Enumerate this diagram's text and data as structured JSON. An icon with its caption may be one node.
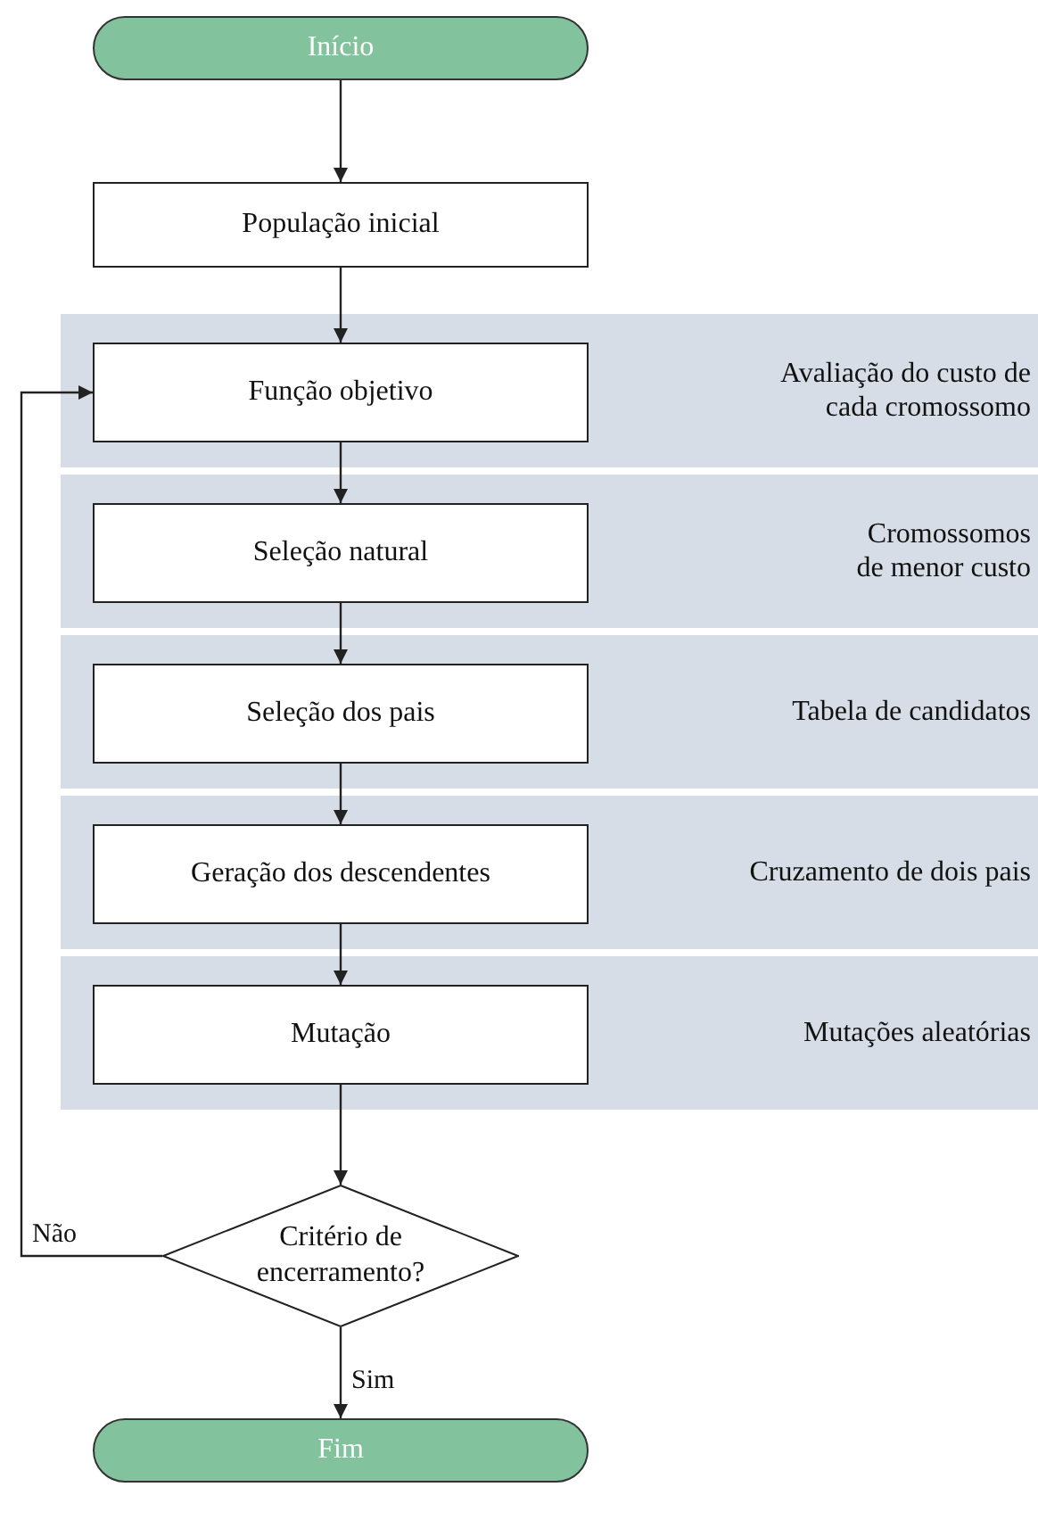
{
  "diagram": {
    "nodes": [
      {
        "text": [
          "Início"
        ]
      },
      {
        "text": [
          "População inicial"
        ]
      },
      {
        "text": [
          "Avaliação do custo de cada cromossomo"
        ]
      },
      {
        "text": [
          "Função objetivo"
        ],
        "in": 2
      },
      {
        "text": [
          "Cromossomos de menor custo"
        ]
      },
      {
        "text": [
          "Seleção natural"
        ],
        "in": 4
      },
      {
        "text": [
          "Tabela de candidatos"
        ]
      },
      {
        "text": [
          "Seleção dos pais"
        ],
        "in": 6
      },
      {
        "text": [
          "Cruzamento de dois pais"
        ]
      },
      {
        "text": [
          "Geração dos descendentes"
        ],
        "in": 8
      },
      {
        "text": [
          "Mutações aleatórias"
        ]
      },
      {
        "text": [
          "Mutação"
        ],
        "in": 10
      },
      {
        "text": [
          "Critério de encerramento?"
        ]
      },
      {
        "text": [
          "Fim"
        ]
      }
    ],
    "edges": [
      {
        "from": 0,
        "to": 1,
        "arrow": "to"
      },
      {
        "from": 1,
        "to": 3,
        "arrow": "to"
      },
      {
        "from": 3,
        "to": 5,
        "arrow": "to"
      },
      {
        "from": 5,
        "to": 7,
        "arrow": "to"
      },
      {
        "from": 7,
        "to": 9,
        "arrow": "to"
      },
      {
        "from": 9,
        "to": 11,
        "arrow": "to"
      },
      {
        "from": 11,
        "to": 12,
        "arrow": "to"
      },
      {
        "from": 12,
        "to": 13,
        "arrow": "to",
        "label": "Sim"
      },
      {
        "from": 12,
        "to": 3,
        "arrow": "to",
        "label": "Não"
      }
    ]
  }
}
